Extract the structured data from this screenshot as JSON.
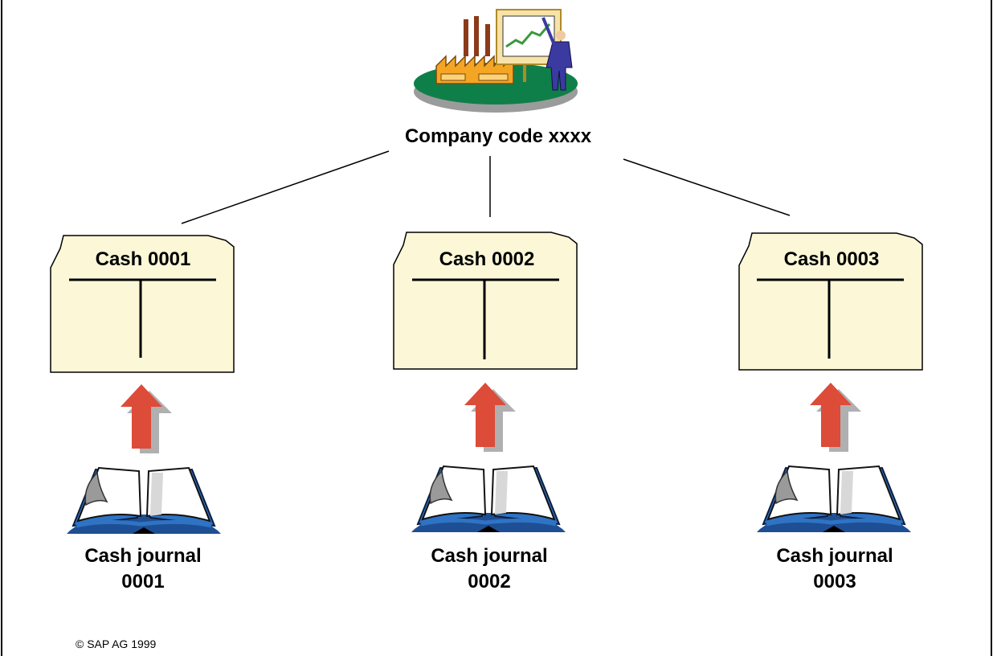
{
  "company": {
    "label": "Company code xxxx",
    "icon": "factory-presentation-icon"
  },
  "accounts": [
    {
      "title": "Cash 0001"
    },
    {
      "title": "Cash 0002"
    },
    {
      "title": "Cash 0003"
    }
  ],
  "journals": [
    {
      "line1": "Cash journal",
      "line2": "0001",
      "icon": "open-book-icon"
    },
    {
      "line1": "Cash journal",
      "line2": "0002",
      "icon": "open-book-icon"
    },
    {
      "line1": "Cash journal",
      "line2": "0003",
      "icon": "open-book-icon"
    }
  ],
  "footer": {
    "copyright": "©  SAP AG 1999"
  },
  "colors": {
    "folder_fill": "#fbf7d7",
    "arrow_red": "#dd4b39",
    "platform_green": "#0f7f4a",
    "book_blue": "#2f73c4"
  }
}
